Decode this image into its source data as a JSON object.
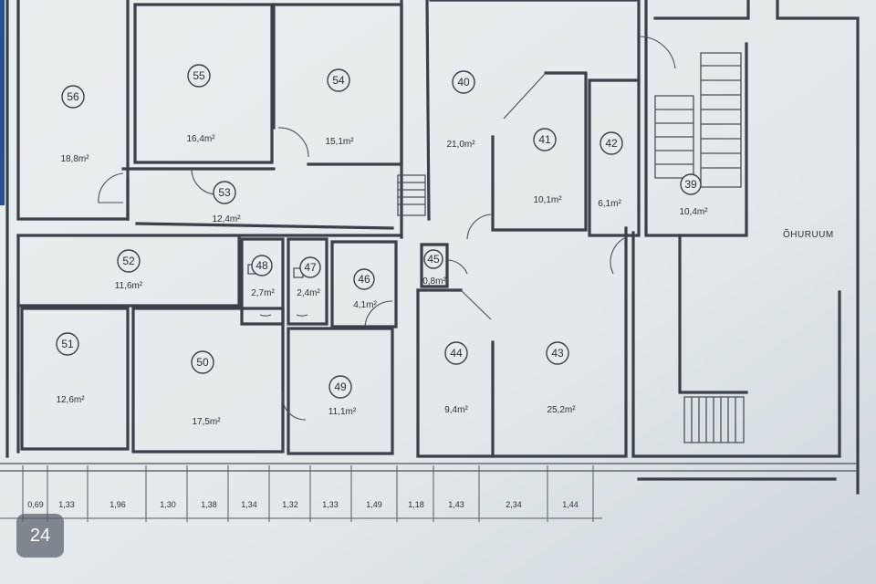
{
  "rooms": [
    {
      "number": "56",
      "area": "18,8m²"
    },
    {
      "number": "55",
      "area": "16,4m²"
    },
    {
      "number": "54",
      "area": "15,1m²"
    },
    {
      "number": "53",
      "area": "12,4m²"
    },
    {
      "number": "52",
      "area": "11,6m²"
    },
    {
      "number": "51",
      "area": "12,6m²"
    },
    {
      "number": "50",
      "area": "17,5m²"
    },
    {
      "number": "49",
      "area": "11,1m²"
    },
    {
      "number": "48",
      "area": "2,7m²"
    },
    {
      "number": "47",
      "area": "2,4m²"
    },
    {
      "number": "46",
      "area": "4,1m²"
    },
    {
      "number": "45",
      "area": "0,8m²"
    },
    {
      "number": "44",
      "area": "9,4m²"
    },
    {
      "number": "43",
      "area": "25,2m²"
    },
    {
      "number": "42",
      "area": "6,1m²"
    },
    {
      "number": "41",
      "area": "10,1m²"
    },
    {
      "number": "40",
      "area": "21,0m²"
    },
    {
      "number": "39",
      "area": "10,4m²"
    }
  ],
  "outdoor_label": "ÕHURUUM",
  "dimensions": [
    "0,69",
    "1,33",
    "1,96",
    "1,30",
    "1,38",
    "1,34",
    "1,32",
    "1,33",
    "1,49",
    "1,18",
    "1,43",
    "2,34",
    "1,44"
  ],
  "badge": "24"
}
